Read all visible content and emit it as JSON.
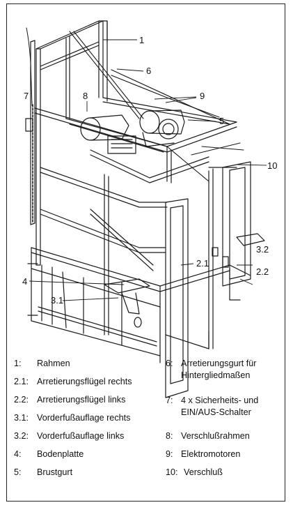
{
  "callouts": {
    "c1": "1",
    "c6": "6",
    "c7": "7",
    "c8": "8",
    "c9": "9",
    "c5": "5",
    "c10": "10",
    "c2_1": "2.1",
    "c3_2": "3.2",
    "c2_2": "2.2",
    "c4": "4",
    "c3_1": "3.1"
  },
  "legend": {
    "left": [
      {
        "key": "1:",
        "text": "Rahmen"
      },
      {
        "key": "2.1:",
        "text": "Arretierungsflügel rechts"
      },
      {
        "key": "2.2:",
        "text": "Arretierungsflügel links"
      },
      {
        "key": "3.1:",
        "text": "Vorderfußauflage rechts"
      },
      {
        "key": "3.2:",
        "text": "Vorderfußauflage links"
      },
      {
        "key": "4:",
        "text": "Bodenplatte"
      },
      {
        "key": "5:",
        "text": "Brustgurt"
      }
    ],
    "right": [
      {
        "key": "6:",
        "text": "Arretierungsgurt für",
        "text2": "Hintergliedmaßen"
      },
      {
        "key": "7:",
        "text": "4 x Sicherheits- und",
        "text2": "EIN/AUS-Schalter"
      },
      {
        "key": "8:",
        "text": "Verschlußrahmen"
      },
      {
        "key": "9:",
        "text": "Elektromotoren"
      },
      {
        "key": "10:",
        "text": "Verschluß"
      }
    ]
  }
}
